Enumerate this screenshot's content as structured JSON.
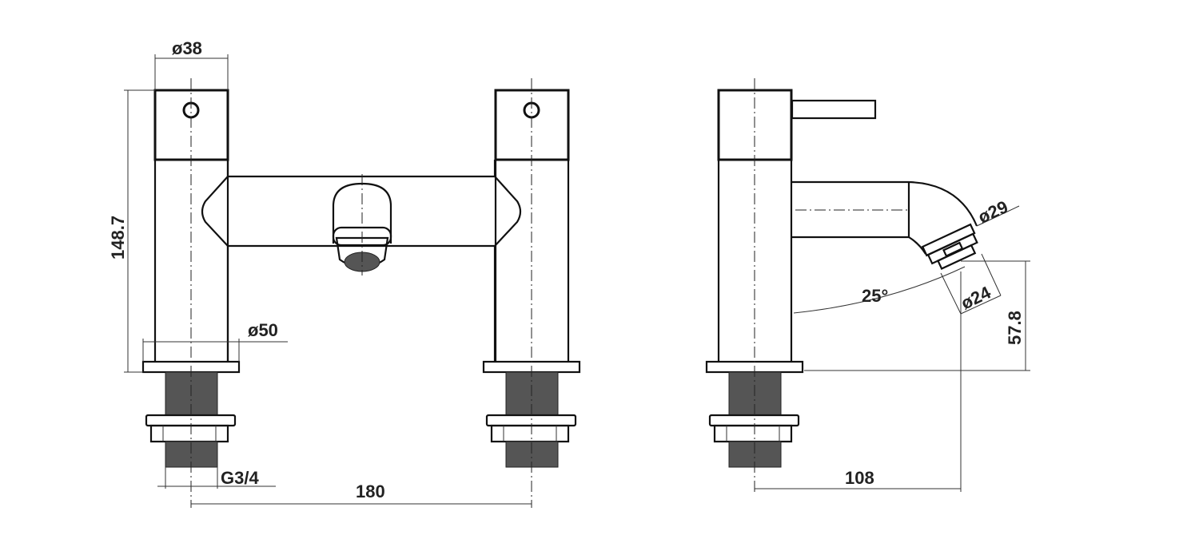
{
  "title": "Bath filler technical drawing",
  "dimensions": {
    "cap_diameter": "ø38",
    "height": "148.7",
    "base_diameter": "ø50",
    "thread": "G3/4",
    "centres": "180",
    "spout_diameter": "ø29",
    "aerator_diameter": "ø24",
    "spout_angle": "25°",
    "spout_height": "57.8",
    "projection": "108"
  },
  "colors": {
    "line": "#111111",
    "thread": "#555555"
  }
}
